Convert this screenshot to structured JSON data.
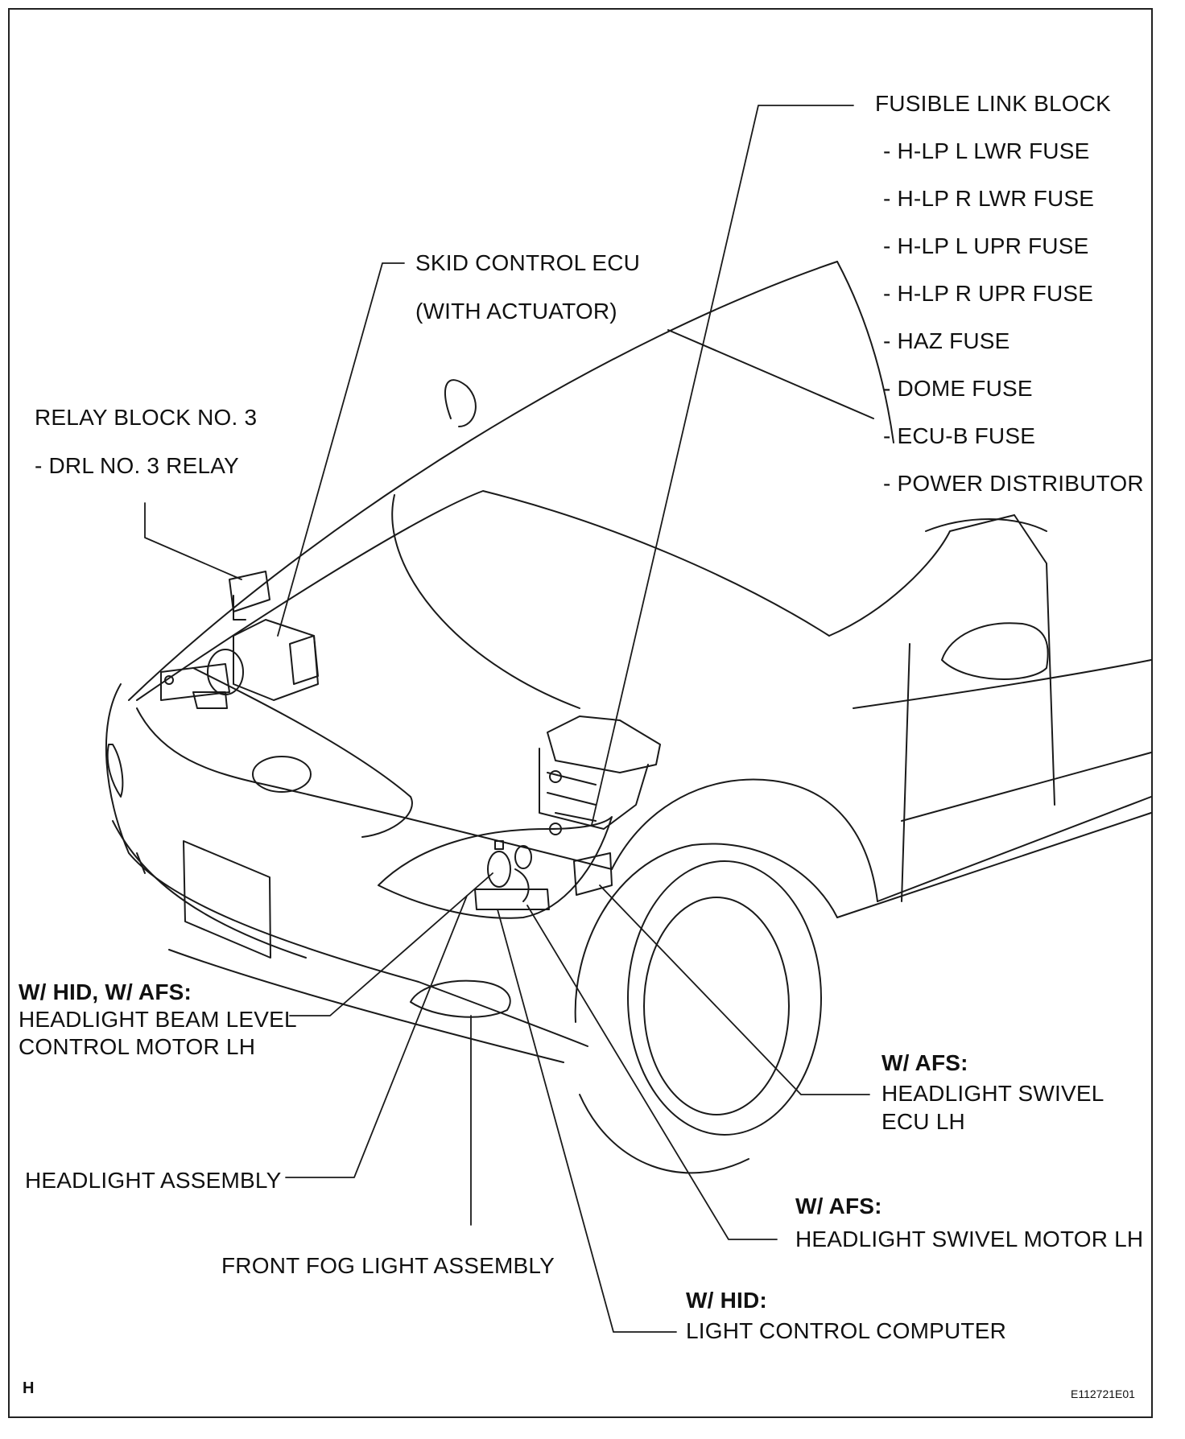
{
  "fusible_link_block": {
    "title": "FUSIBLE LINK BLOCK",
    "items": [
      "- H-LP L LWR FUSE",
      "- H-LP R LWR FUSE",
      "- H-LP L UPR FUSE",
      "- H-LP R UPR FUSE",
      "- HAZ FUSE",
      "- DOME FUSE",
      "- ECU-B FUSE",
      "- POWER DISTRIBUTOR"
    ]
  },
  "skid_control": {
    "line1": "SKID CONTROL ECU",
    "line2": "(WITH ACTUATOR)"
  },
  "relay_block": {
    "line1": "RELAY BLOCK NO. 3",
    "line2": "- DRL NO. 3 RELAY"
  },
  "beam_level": {
    "cond": "W/ HID, W/ AFS:",
    "line1": "HEADLIGHT BEAM LEVEL",
    "line2": "CONTROL MOTOR LH"
  },
  "swivel_ecu": {
    "cond": "W/ AFS:",
    "line1": "HEADLIGHT SWIVEL",
    "line2": "ECU LH"
  },
  "headlight_assembly": {
    "label": "HEADLIGHT ASSEMBLY"
  },
  "swivel_motor": {
    "cond": "W/ AFS:",
    "label": "HEADLIGHT SWIVEL MOTOR LH"
  },
  "fog_light": {
    "label": "FRONT FOG LIGHT ASSEMBLY"
  },
  "light_control": {
    "cond": "W/ HID:",
    "label": "LIGHT CONTROL COMPUTER"
  },
  "footer": {
    "corner_letter": "H",
    "figure_id": "E112721E01"
  }
}
